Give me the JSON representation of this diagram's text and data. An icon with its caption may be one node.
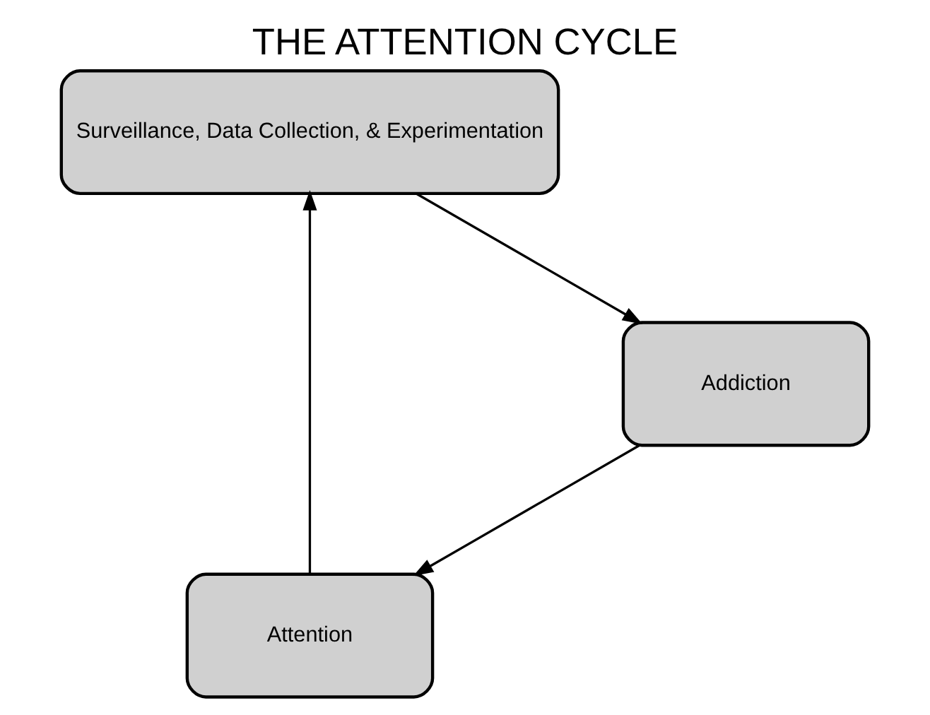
{
  "diagram": {
    "title": "THE ATTENTION CYCLE",
    "nodes": [
      {
        "text": [
          "Attention"
        ]
      },
      {
        "text": [
          "Surveillance, Data Collection, & Experimentation"
        ]
      },
      {
        "text": [
          "Addiction"
        ]
      }
    ],
    "edges": [
      {
        "from": 0,
        "to": 1,
        "arrow": "to"
      },
      {
        "from": 1,
        "to": 2,
        "arrow": "to"
      },
      {
        "from": 2,
        "to": 0,
        "arrow": "to"
      }
    ]
  }
}
